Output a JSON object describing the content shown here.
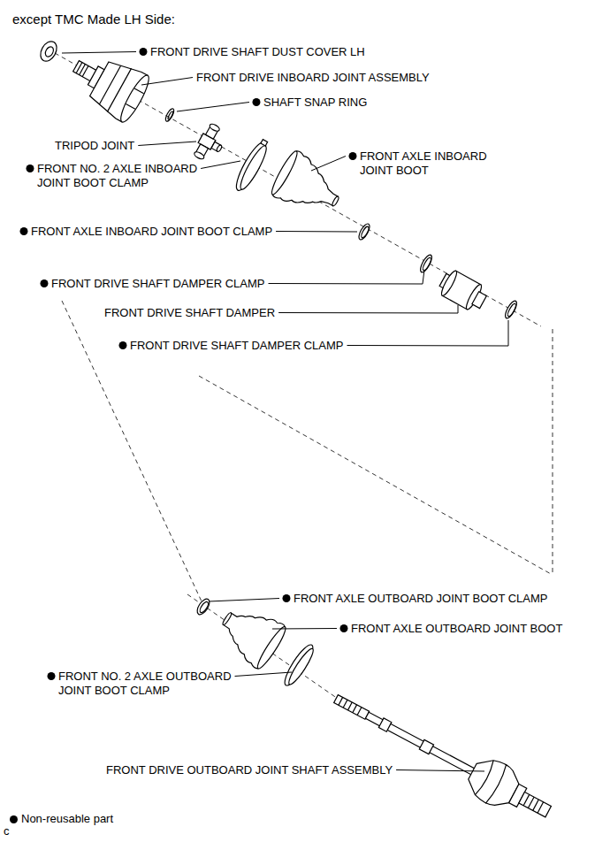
{
  "diagram": {
    "title": "except TMC Made LH Side:",
    "labels": [
      "FRONT DRIVE SHAFT DUST COVER LH",
      "FRONT DRIVE INBOARD JOINT ASSEMBLY",
      "SHAFT SNAP RING",
      "TRIPOD JOINT",
      "FRONT NO. 2 AXLE INBOARD JOINT BOOT CLAMP",
      "FRONT AXLE INBOARD JOINT BOOT",
      "FRONT AXLE INBOARD JOINT BOOT CLAMP",
      "FRONT DRIVE SHAFT DAMPER CLAMP",
      "FRONT DRIVE SHAFT DAMPER",
      "FRONT DRIVE SHAFT DAMPER CLAMP",
      "FRONT AXLE OUTBOARD JOINT BOOT CLAMP",
      "FRONT AXLE OUTBOARD JOINT BOOT",
      "FRONT NO. 2 AXLE OUTBOARD JOINT BOOT CLAMP",
      "FRONT DRIVE OUTBOARD JOINT SHAFT ASSEMBLY",
      "c"
    ],
    "legend": [
      {
        "text": "Non-reusable part"
      }
    ]
  }
}
